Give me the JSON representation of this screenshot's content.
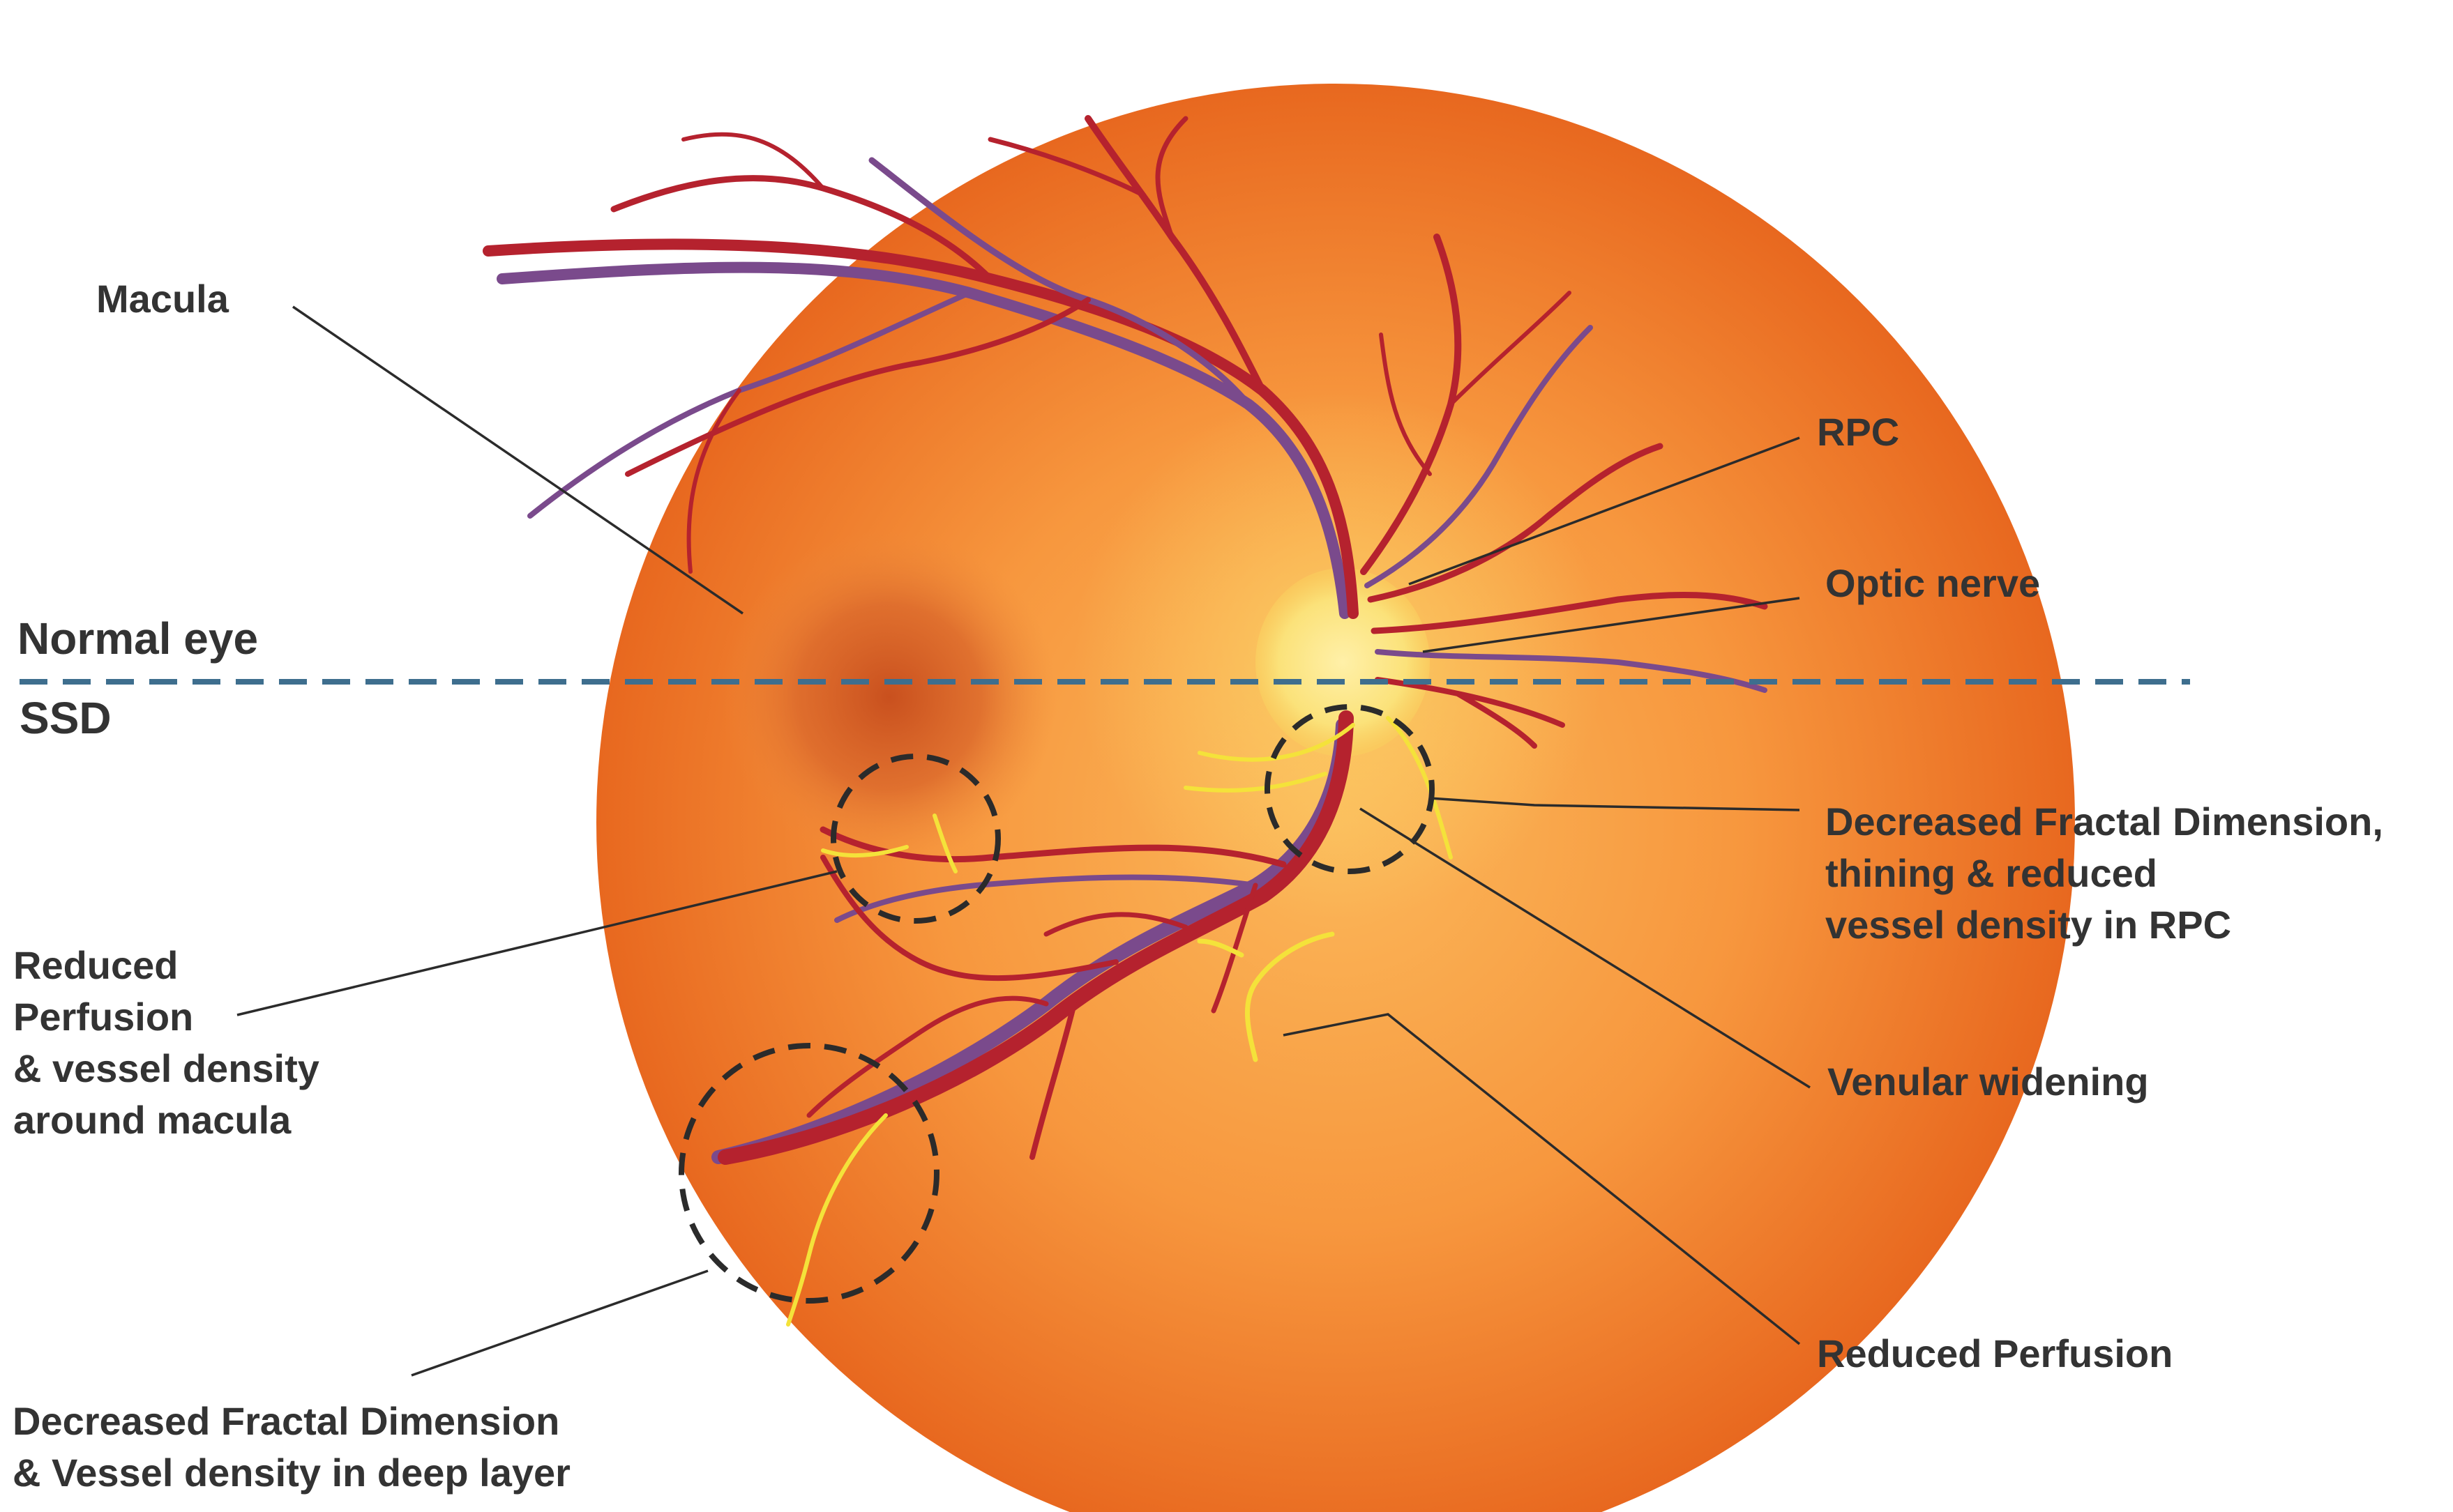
{
  "colors": {
    "background": "#ffffff",
    "fundus_center": "#f9a347",
    "fundus_edge": "#e8681f",
    "artery": "#b5222e",
    "vein": "#7a4a8c",
    "affected_vessel": "#f4e23a",
    "optic_disc": "#fbe27a",
    "macula": "#c9501e",
    "divider": "#3e6e8e",
    "leader_line": "#2b2b2b",
    "label_text": "#333333"
  },
  "regions": {
    "top": "Normal eye",
    "bottom": "SSD"
  },
  "structures": {
    "macula": "Macula",
    "rpc": "RPC",
    "optic_nerve": "Optic nerve"
  },
  "findings": {
    "rpc_change": [
      "Decreased Fractal Dimension,",
      "thining & reduced",
      "vessel density in RPC"
    ],
    "venular": "Venular widening",
    "perfusion": "Reduced Perfusion",
    "macula_perfusion": [
      "Reduced",
      "Perfusion",
      "& vessel density",
      "around macula"
    ],
    "deep_layer": [
      "Decreased Fractal Dimension",
      "& Vessel density in deep layer"
    ]
  },
  "icons": {
    "divider": "dashed-divider-line",
    "highlight": "dashed-circle-marker"
  }
}
